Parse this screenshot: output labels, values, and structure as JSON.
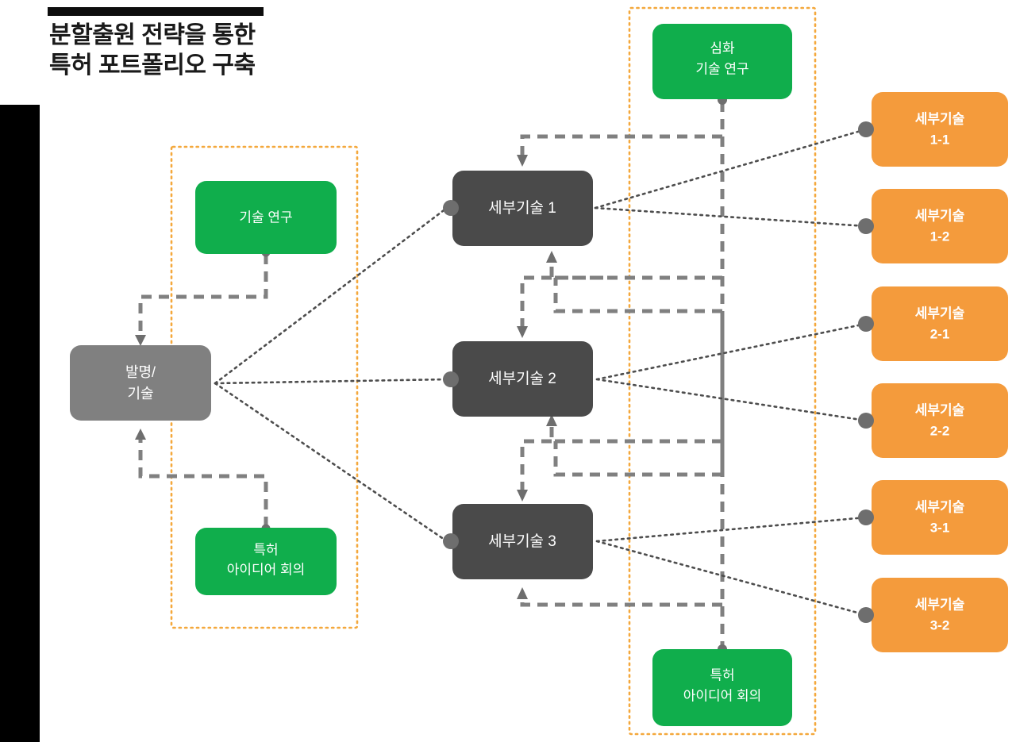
{
  "slide": {
    "title": "분할출원 전략을 통한\n특허 포트폴리오 구축",
    "accent_orange": "#f4a83c",
    "accent_green": "#10ae4c",
    "accent_dark": "#4a4a4a",
    "accent_gray": "#808080",
    "node_orange": "#f49b3c",
    "sidebar_color": "#000000"
  },
  "groups": [
    {
      "name": "left-phase-group",
      "label": ""
    },
    {
      "name": "right-phase-group",
      "label": ""
    }
  ],
  "nodes": {
    "left": {
      "tech_research": "기술 연구",
      "invention": "발명/\n기술",
      "patent_idea_meeting": "특허\n아이디어 회의"
    },
    "middle": [
      "세부기술 1",
      "세부기술 2",
      "세부기술 3"
    ],
    "right_top": {
      "deep_tech_research": "심화\n기술 연구"
    },
    "right_bottom": {
      "patent_idea_meeting": "특허\n아이디어 회의"
    },
    "details": [
      "세부기술\n1-1",
      "세부기술\n1-2",
      "세부기술\n2-1",
      "세부기술\n2-2",
      "세부기술\n3-1",
      "세부기술\n3-2"
    ]
  }
}
